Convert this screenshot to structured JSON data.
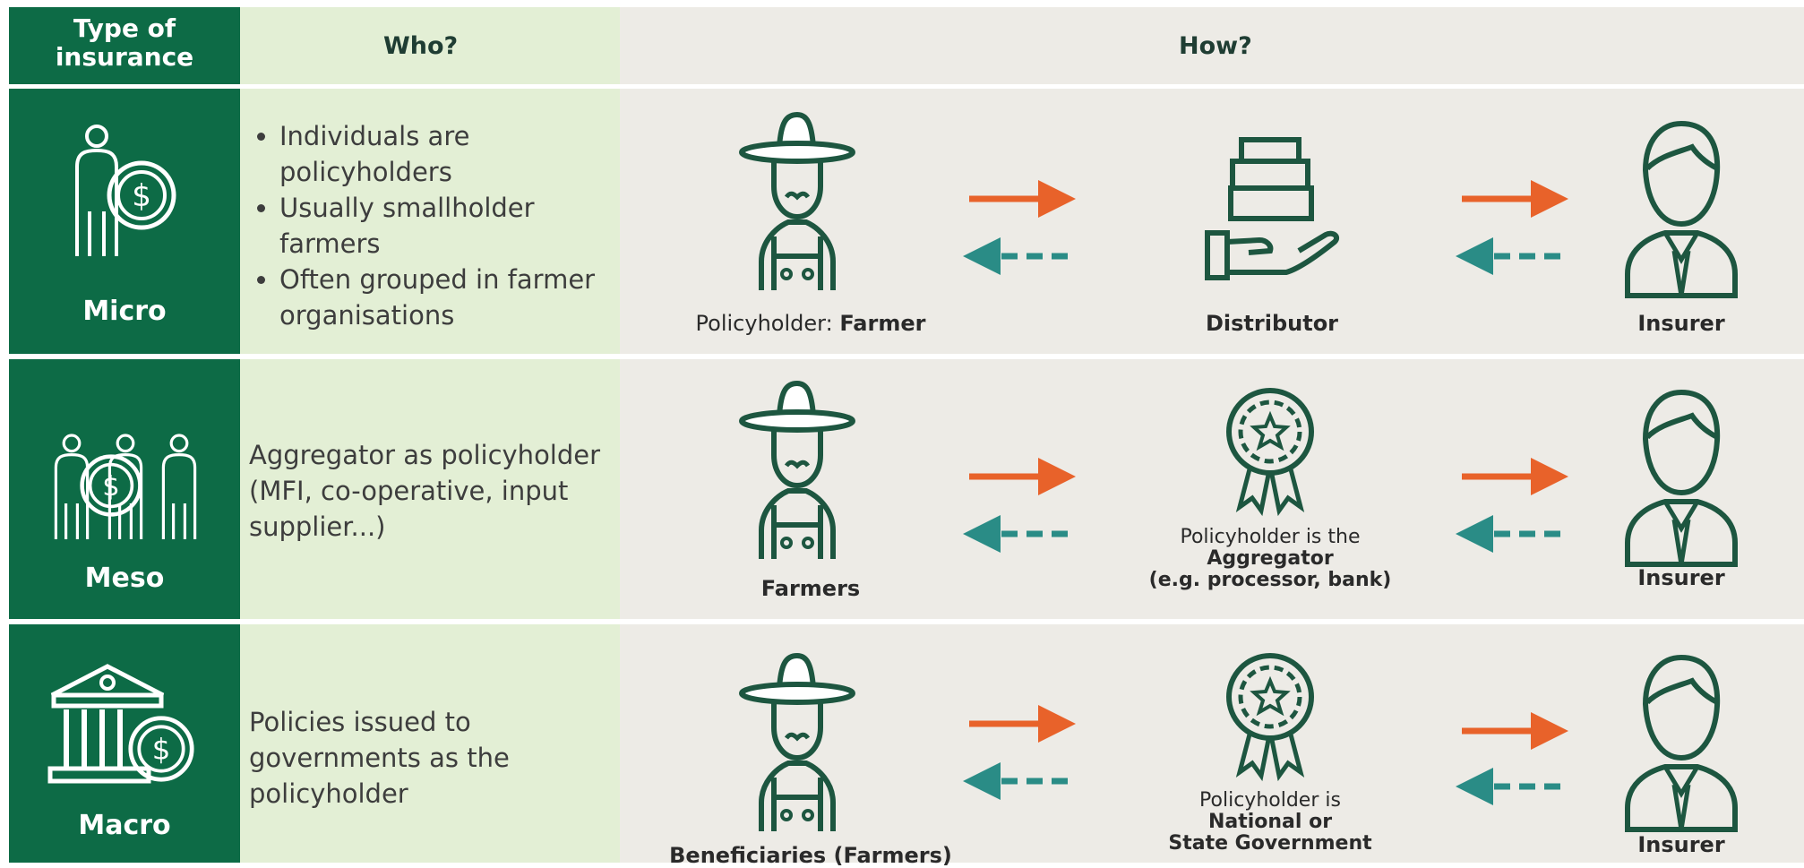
{
  "header": {
    "type": "Type of\ninsurance",
    "who": "Who?",
    "how": "How?"
  },
  "rows": [
    {
      "type_label": "Micro",
      "who_bullets": [
        "Individuals are policyholders",
        "Usually smallholder farmers",
        "Often grouped in farmer organisations"
      ],
      "farmer_label_prefix": "Policyholder: ",
      "farmer_label_bold": "Farmer",
      "middle_label": "Distributor",
      "insurer_label": "Insurer"
    },
    {
      "type_label": "Meso",
      "who_text": "Aggregator as policyholder (MFI, co-operative, input supplier...)",
      "farmer_label": "Farmers",
      "middle_line1": "Policyholder is the",
      "middle_line2": "Aggregator",
      "middle_line3": "(e.g. processor, bank)",
      "insurer_label": "Insurer"
    },
    {
      "type_label": "Macro",
      "who_text": "Policies issued to governments as the policyholder",
      "farmer_label": "Beneficiaries (Farmers)",
      "middle_line1": "Policyholder is",
      "middle_line2": "National or",
      "middle_line3": "State Government",
      "insurer_label": "Insurer"
    }
  ],
  "colors": {
    "type_bg": "#0d6b46",
    "who_bg": "#e3efd5",
    "how_bg": "#edebe6",
    "icon": "#1d5640",
    "arrow_forward": "#e8622a",
    "arrow_back": "#2a8c86"
  },
  "icons": {
    "micro": "person-with-coin-icon",
    "meso": "group-with-coin-icon",
    "macro": "bank-with-coin-icon",
    "farmer": "farmer-icon",
    "distributor": "hand-with-package-icon",
    "aggregator": "rosette-badge-icon",
    "insurer": "businessman-icon"
  }
}
